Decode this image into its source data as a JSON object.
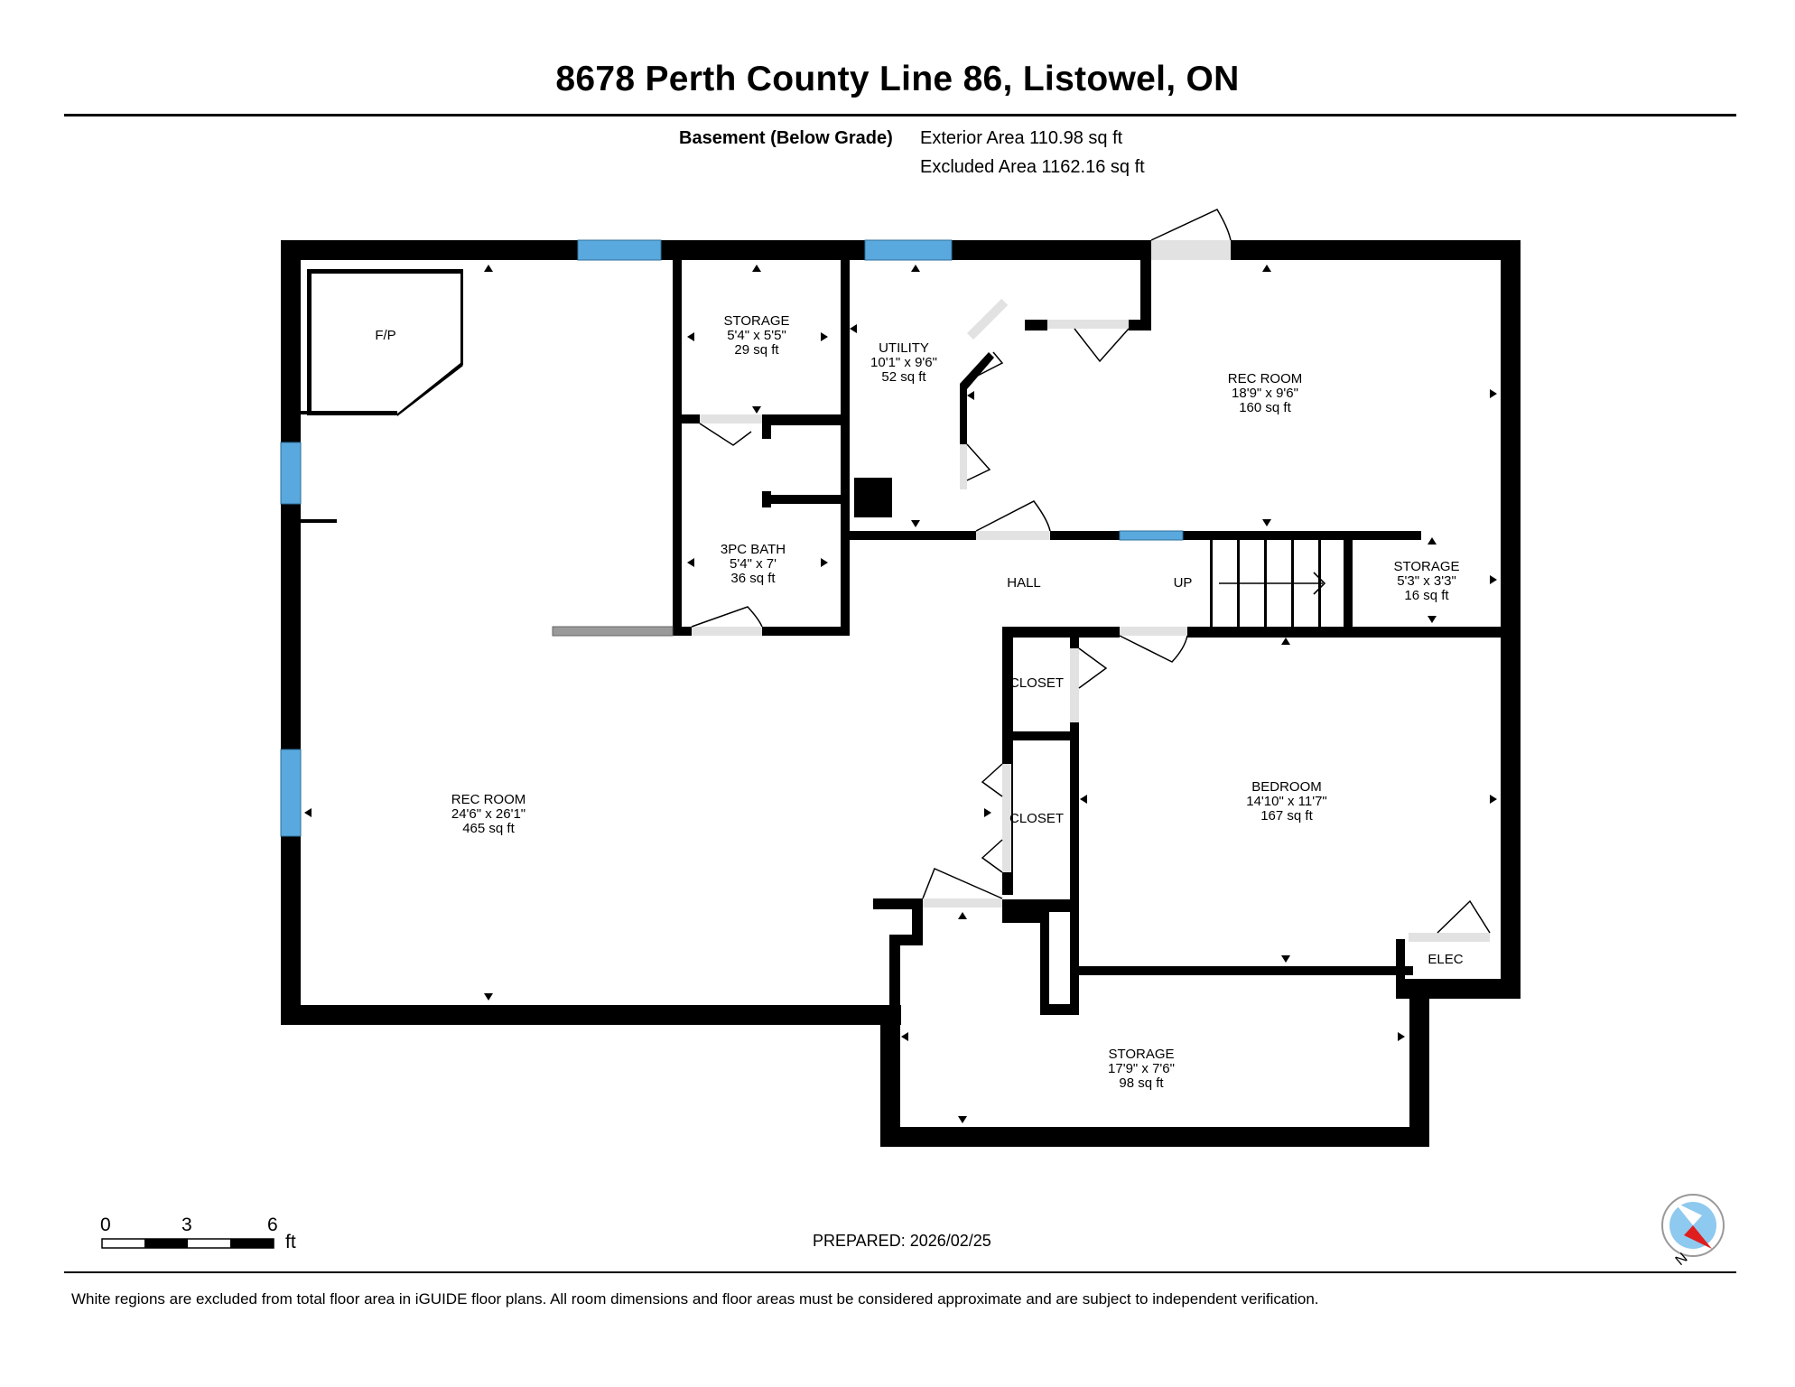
{
  "title": "8678 Perth County Line 86, Listowel, ON",
  "level": {
    "name": "Basement (Below Grade)",
    "exterior_area": "Exterior Area 110.98 sq ft",
    "excluded_area": "Excluded Area 1162.16 sq ft"
  },
  "rooms": {
    "rec_room_main": {
      "name": "REC ROOM",
      "dims": "24'6\" x 26'1\"",
      "area": "465 sq ft"
    },
    "storage_top": {
      "name": "STORAGE",
      "dims": "5'4\" x 5'5\"",
      "area": "29 sq ft"
    },
    "utility": {
      "name": "UTILITY",
      "dims": "10'1\" x 9'6\"",
      "area": "52 sq ft"
    },
    "rec_room_right": {
      "name": "REC ROOM",
      "dims": "18'9\" x 9'6\"",
      "area": "160 sq ft"
    },
    "bath": {
      "name": "3PC BATH",
      "dims": "5'4\" x 7'",
      "area": "36 sq ft"
    },
    "storage_small": {
      "name": "STORAGE",
      "dims": "5'3\" x 3'3\"",
      "area": "16 sq ft"
    },
    "bedroom": {
      "name": "BEDROOM",
      "dims": "14'10\" x 11'7\"",
      "area": "167 sq ft"
    },
    "storage_bottom": {
      "name": "STORAGE",
      "dims": "17'9\" x 7'6\"",
      "area": "98 sq ft"
    }
  },
  "labels": {
    "fp": "F/P",
    "hall": "HALL",
    "up": "UP",
    "closet1": "CLOSET",
    "closet2": "CLOSET",
    "elec": "ELEC"
  },
  "scale": {
    "t0": "0",
    "t3": "3",
    "t6": "6",
    "unit": "ft"
  },
  "compass": {
    "north": "N"
  },
  "prepared": "PREPARED: 2026/02/25",
  "disclaimer": "White regions are excluded from total floor area in iGUIDE floor plans. All room dimensions and floor areas must be considered approximate and are subject to independent verification.",
  "colors": {
    "wall": "#000000",
    "window": "#5aa9de",
    "door": "#dddddd",
    "compass_ring": "#8ec9ef",
    "compass_needle": "#e01e1e"
  }
}
